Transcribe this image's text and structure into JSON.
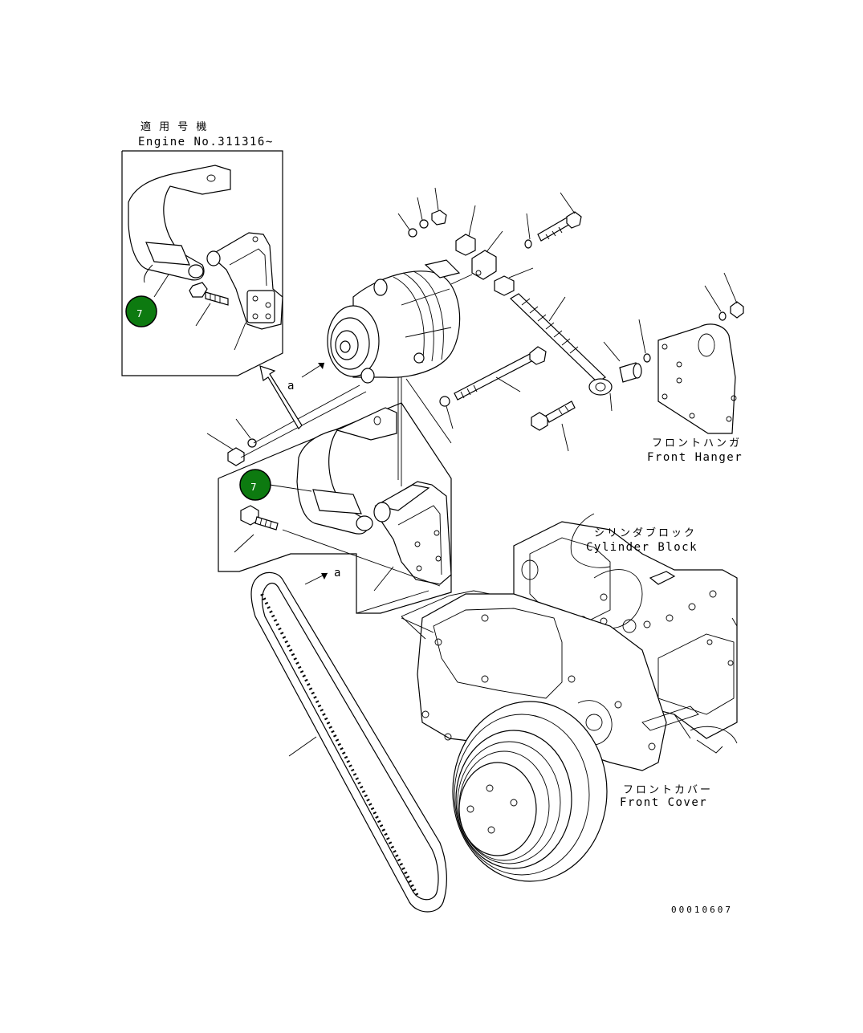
{
  "applicability": {
    "jp": "適 用 号 機",
    "engine_no": "Engine No.311316~"
  },
  "labels": {
    "front_hanger_jp": "フロントハンガ",
    "front_hanger_en": "Front Hanger",
    "cylinder_block_jp": "シリンダブロック",
    "cylinder_block_en": "Cylinder Block",
    "front_cover_jp": "フロントカバー",
    "front_cover_en": "Front Cover",
    "view_a_top": "a",
    "view_a_bottom": "a"
  },
  "callouts": [
    {
      "number": "7",
      "color": "#0d7a10"
    },
    {
      "number": "7",
      "color": "#0d7a10"
    }
  ],
  "drawing_number": "00010607"
}
